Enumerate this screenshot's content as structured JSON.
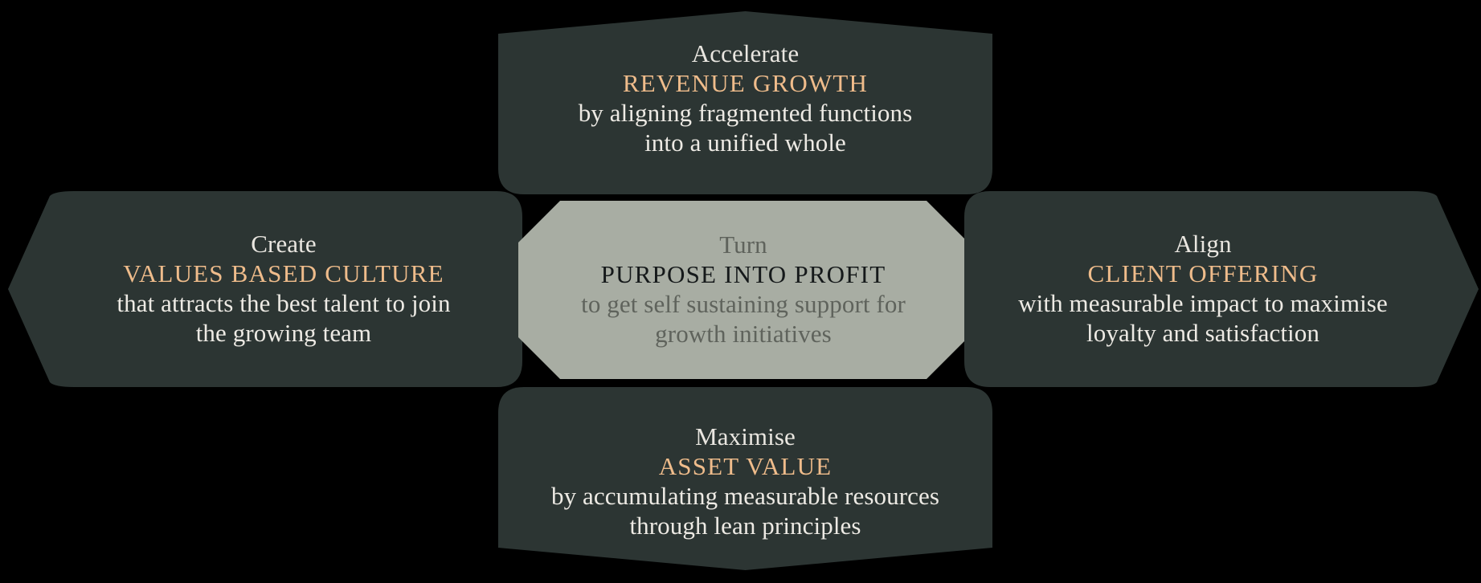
{
  "theme": {
    "background": "#000000",
    "card_fill": "#2C3533",
    "center_fill": "#A8ADA3",
    "accent_gold": "#EFBC8B",
    "card_text": "#EDEAE4",
    "center_text_muted": "#5F635C",
    "center_text_strong": "#15191A"
  },
  "diagram": {
    "type": "hub-and-spoke",
    "center": {
      "shape": "octagon",
      "lead": "Turn",
      "headline": "PURPOSE INTO PROFIT",
      "body_lines": [
        "to get self sustaining support for",
        "growth initiatives"
      ]
    },
    "nodes": [
      {
        "id": "top",
        "position": "top",
        "shape": "rounded-arrow-up",
        "lead": "Accelerate",
        "headline": "REVENUE GROWTH",
        "body_lines": [
          "by aligning fragmented functions",
          "into a unified whole"
        ]
      },
      {
        "id": "left",
        "position": "left",
        "shape": "rounded-arrow-left",
        "lead": "Create",
        "headline": "VALUES BASED CULTURE",
        "body_lines": [
          "that attracts the best talent to join",
          "the growing team"
        ]
      },
      {
        "id": "right",
        "position": "right",
        "shape": "rounded-arrow-right",
        "lead": "Align",
        "headline": "CLIENT OFFERING",
        "body_lines": [
          "with measurable impact to maximise",
          "loyalty and satisfaction"
        ]
      },
      {
        "id": "bottom",
        "position": "bottom",
        "shape": "rounded-arrow-down",
        "lead": "Maximise",
        "headline": "ASSET VALUE",
        "body_lines": [
          "by accumulating measurable resources",
          "through lean principles"
        ]
      }
    ]
  }
}
